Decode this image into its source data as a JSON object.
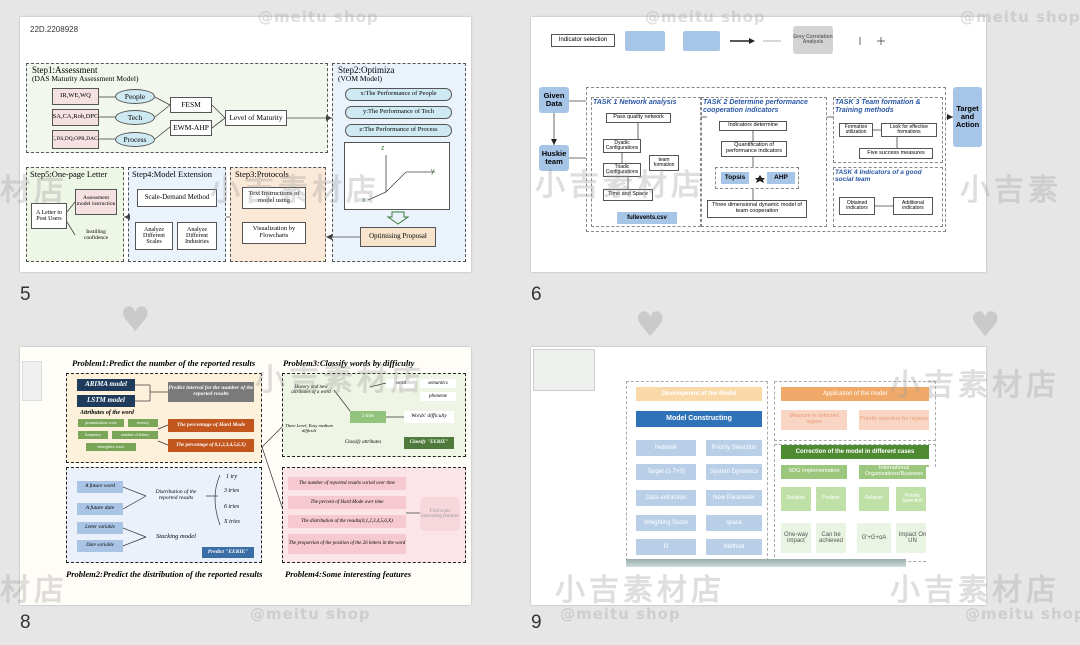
{
  "slides": [
    {
      "number": "5",
      "code": "22D.2208928",
      "step1_title": "Step1:Assessment",
      "step1_subtitle": "(DAS Maturity Assessment Model)",
      "inputs": [
        "IR,WE,WQ",
        "SA,CA,Rob,DPC",
        "MC,DS,DQ,OPR,DACSR"
      ],
      "ovals": [
        "People",
        "Tech",
        "Process"
      ],
      "methods": [
        "FESM",
        "EWM-AHP"
      ],
      "maturity": "Level of Maturity",
      "step2_title": "Step2:Optimiza",
      "step2_subtitle": "(VOM Model)",
      "perf": [
        "x:The Performance of People",
        "y:The Performance of Tech",
        "z:The Performance of Process"
      ],
      "axes": [
        "z",
        "y",
        "x"
      ],
      "proposal": "Optimising Proposal",
      "step3_title": "Step3:Protocols",
      "step3_items": [
        "Text Instructions of model using",
        "Visualization by Flowcharts"
      ],
      "step4_title": "Step4:Model Extension",
      "step4_items": [
        "Scale-Demand Method",
        "Analyze Different Scales",
        "Analyze Different Industries"
      ],
      "step5_title": "Step5:One-page Letter",
      "step5_items": [
        "A Letter to Post Users",
        "Assessment model instruction",
        "Instilling confidence"
      ]
    },
    {
      "number": "6",
      "legend_label": "Indicator selection",
      "legend_gray": "Grey Correlation Analysis",
      "given_data": "Given Data",
      "huskie_team": "Huskie team",
      "task1": "TASK 1 Network analysis",
      "task1_items": [
        "Pass quality network",
        "Dyadic Configurations",
        "Triadic Configurations",
        "team formation",
        "Time and Space"
      ],
      "file": "fullevents.csv",
      "task2": "TASK 2 Determine performance cooperation indicators",
      "task2_items": [
        "Indicators determine",
        "Quantification of performance indicators",
        "Topsis",
        "AHP",
        "Three dimensional dynamic model of team cooperation"
      ],
      "task3": "TASK 3 Team formation & Training methods",
      "task3_items": [
        "Formation utilization",
        "Look for effective formations",
        "Five success measures"
      ],
      "task4": "TASK 4 Indicators of a good social team",
      "task4_items": [
        "Obtained indicators",
        "Additional indicators"
      ],
      "target": "Target and Action"
    },
    {
      "number": "8",
      "p1": "Problem1:Predict the number of the reported results",
      "p2": "Problem2:Predict the distribution of the reported results",
      "p3": "Problem3:Classify words by difficulty",
      "p4": "Problem4:Some interesting features",
      "models": [
        "ARIMA model",
        "LSTM model"
      ],
      "predict_interval": "Predict interval for the number of the reported results",
      "attrs_title": "Attributes of the word",
      "attrs": [
        "pronunciation score",
        "recency",
        "frequency",
        "number of letters",
        "emergence score"
      ],
      "orange": [
        "The percentage of Hard Mode",
        "The percentage of 0,1,2,3,4,5,6,X)"
      ],
      "p2_left": [
        "A future word",
        "A future date",
        "Letter variable",
        "Date variable"
      ],
      "p2_mid": [
        "Distribution of the reported results",
        "Stacking model"
      ],
      "tries": [
        "1 try",
        "3 tries",
        "6 tries",
        "X tries"
      ],
      "predict_eerie": "Predict \"EERIE\"",
      "p3_items": [
        "History and new attributes of a word",
        "word",
        "semantics",
        "phoneme",
        "3 tries",
        "Three Level, Easy medium difficult",
        "Words' difficulty",
        "Classify attributes",
        "Classify \"EERIE\""
      ],
      "p4_items": [
        "The number of reported results varied over time",
        "The percent of Hard Mode over time",
        "The distribution of the results(0,1,2,3,4,5,6,X)",
        "The proportion of the position of the 26 letters in the word"
      ],
      "p4_side": "Find some interesting features"
    },
    {
      "number": "9",
      "left_header": "Development of the Model",
      "construct": "Model Constructing",
      "left_items": [
        "Network",
        "Priority Selection",
        "Target (1-7+0)",
        "System Dynamics",
        "Data extraction",
        "New Parameter",
        "Weighting Score",
        "space",
        "G",
        "Method"
      ],
      "app_header": "Application of the model",
      "app_items": [
        "Measure in selected region",
        "Priority selection for regions"
      ],
      "correction": "Correction of the model in different cases",
      "case_items": [
        "SDG Implementation",
        "International Organizations/Business"
      ],
      "sub_items": [
        "Relation",
        "Positive",
        "Relation",
        "Priority Selection"
      ],
      "effects": [
        "One-way impact",
        "Can be achieved",
        "G'+G+ɑA",
        "Impact On UN"
      ]
    }
  ],
  "watermarks": {
    "shop": "@meitu shop",
    "cn_store": "小吉素材店",
    "fragment_a": "材店",
    "fragment_b": "小吉素"
  }
}
